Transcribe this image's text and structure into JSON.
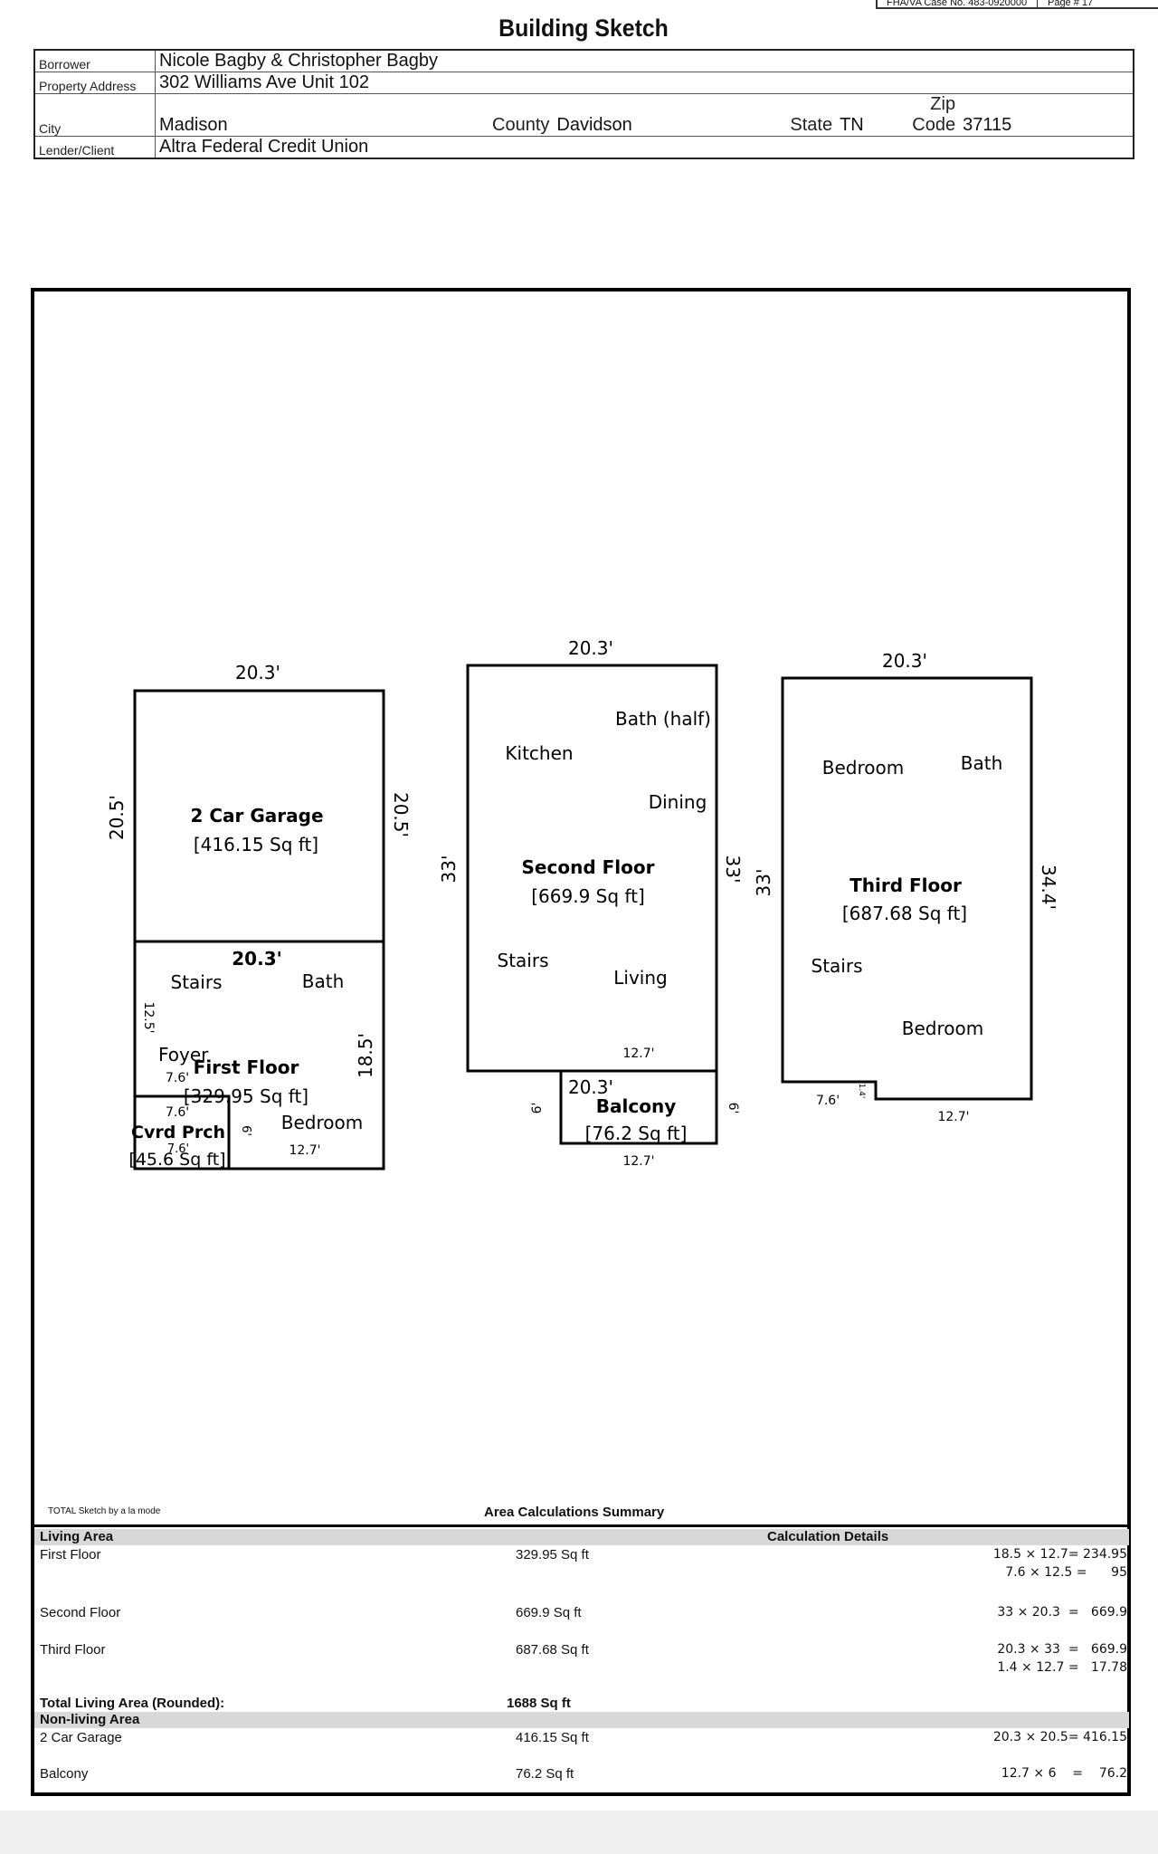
{
  "top_strip": {
    "case_no": "FHA/VA Case No. 483-0920000",
    "page": "Page # 17"
  },
  "title": "Building Sketch",
  "header": {
    "borrower_label": "Borrower",
    "borrower": "Nicole Bagby & Christopher Bagby",
    "address_label": "Property Address",
    "address": "302 Williams Ave Unit 102",
    "city_label": "City",
    "city": "Madison",
    "county_label": "County",
    "county": "Davidson",
    "state_label": "State",
    "state": "TN",
    "zip_label": "Zip Code",
    "zip": "37115",
    "lender_label": "Lender/Client",
    "lender": "Altra Federal Credit Union"
  },
  "sketch": {
    "garage": {
      "title": "2 Car Garage",
      "area": "[416.15 Sq ft]",
      "top": "20.3'",
      "left": "20.5'",
      "right": "20.5'"
    },
    "first_floor": {
      "title": "First Floor",
      "area": "[329.95 Sq ft]",
      "top": "20.3'",
      "right": "18.5'",
      "left": "12.5'",
      "bottom": "12.7'",
      "inner_h": "6'",
      "inner_a": "7.6'",
      "inner_b": "7.6'",
      "rooms": {
        "stairs": "Stairs",
        "bath": "Bath",
        "foyer": "Foyer",
        "bedroom": "Bedroom"
      }
    },
    "porch": {
      "title": "Cvrd Prch",
      "area": "[45.6 Sq ft]",
      "bottom": "7.6'"
    },
    "second_floor": {
      "title": "Second Floor",
      "area": "[669.9 Sq ft]",
      "top": "20.3'",
      "left": "33'",
      "right": "33'",
      "bottom_in": "12.7'",
      "rooms": {
        "bath_half": "Bath (half)",
        "kitchen": "Kitchen",
        "dining": "Dining",
        "stairs": "Stairs",
        "living": "Living"
      }
    },
    "balcony": {
      "title": "Balcony",
      "area": "[76.2 Sq ft]",
      "top": "20.3'",
      "bottom": "12.7'",
      "left": "6'",
      "right": "6'"
    },
    "third_floor": {
      "title": "Third Floor",
      "area": "[687.68 Sq ft]",
      "top": "20.3'",
      "left": "33'",
      "right": "34.4'",
      "bottom": "12.7'",
      "notch_w": "7.6'",
      "notch_h": "1.4'",
      "rooms": {
        "bedroom1": "Bedroom",
        "bath": "Bath",
        "stairs": "Stairs",
        "bedroom2": "Bedroom"
      }
    }
  },
  "credit": "TOTAL Sketch by a la mode",
  "summary": {
    "title": "Area Calculations Summary",
    "living_header": "Living Area",
    "calc_header": "Calculation Details",
    "rows": [
      {
        "name": "First Floor",
        "area": "329.95 Sq ft",
        "calc": [
          "18.5 × 12.7= 234.95",
          "7.6 × 12.5 =      95"
        ]
      },
      {
        "name": "Second Floor",
        "area": "669.9 Sq ft",
        "calc": [
          "33 × 20.3  =   669.9"
        ]
      },
      {
        "name": "Third Floor",
        "area": "687.68 Sq ft",
        "calc": [
          "20.3 × 33  =   669.9",
          "1.4 × 12.7 =   17.78"
        ]
      }
    ],
    "total_label": "Total Living Area (Rounded):",
    "total_value": "1688 Sq ft",
    "nonliving_header": "Non-living Area",
    "nonliving_rows": [
      {
        "name": "2 Car Garage",
        "area": "416.15 Sq ft",
        "calc": [
          "20.3 × 20.5= 416.15"
        ]
      },
      {
        "name": "Balcony",
        "area": "76.2 Sq ft",
        "calc": [
          "12.7 × 6    =    76.2"
        ]
      }
    ]
  }
}
